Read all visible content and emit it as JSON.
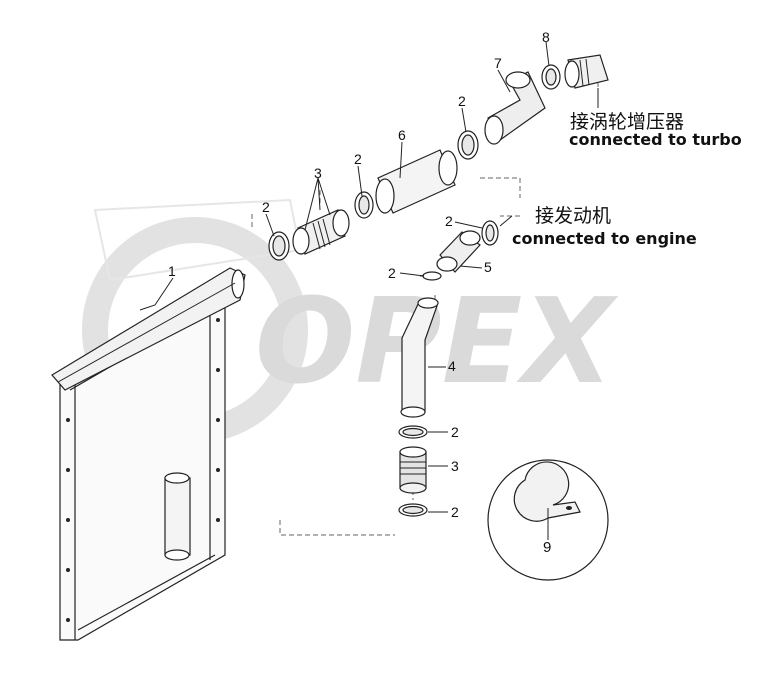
{
  "watermark": {
    "text": "OPEX"
  },
  "callouts": {
    "turbo": {
      "cn": "接涡轮增压器",
      "en": "connected to turbo"
    },
    "engine": {
      "cn": "接发动机",
      "en": "connected to engine"
    }
  },
  "part_numbers": {
    "p1": "1",
    "p2a": "2",
    "p2b": "2",
    "p2c": "2",
    "p2d": "2",
    "p2e": "2",
    "p2f": "2",
    "p2g": "2",
    "p3a": "3",
    "p3b": "3",
    "p4": "4",
    "p5": "5",
    "p6": "6",
    "p7": "7",
    "p8": "8",
    "p9": "9"
  },
  "colors": {
    "line": "#222222",
    "watermark": "#dadada",
    "fill_light": "#f2f2f2",
    "fill_mid": "#d6d6d6"
  }
}
